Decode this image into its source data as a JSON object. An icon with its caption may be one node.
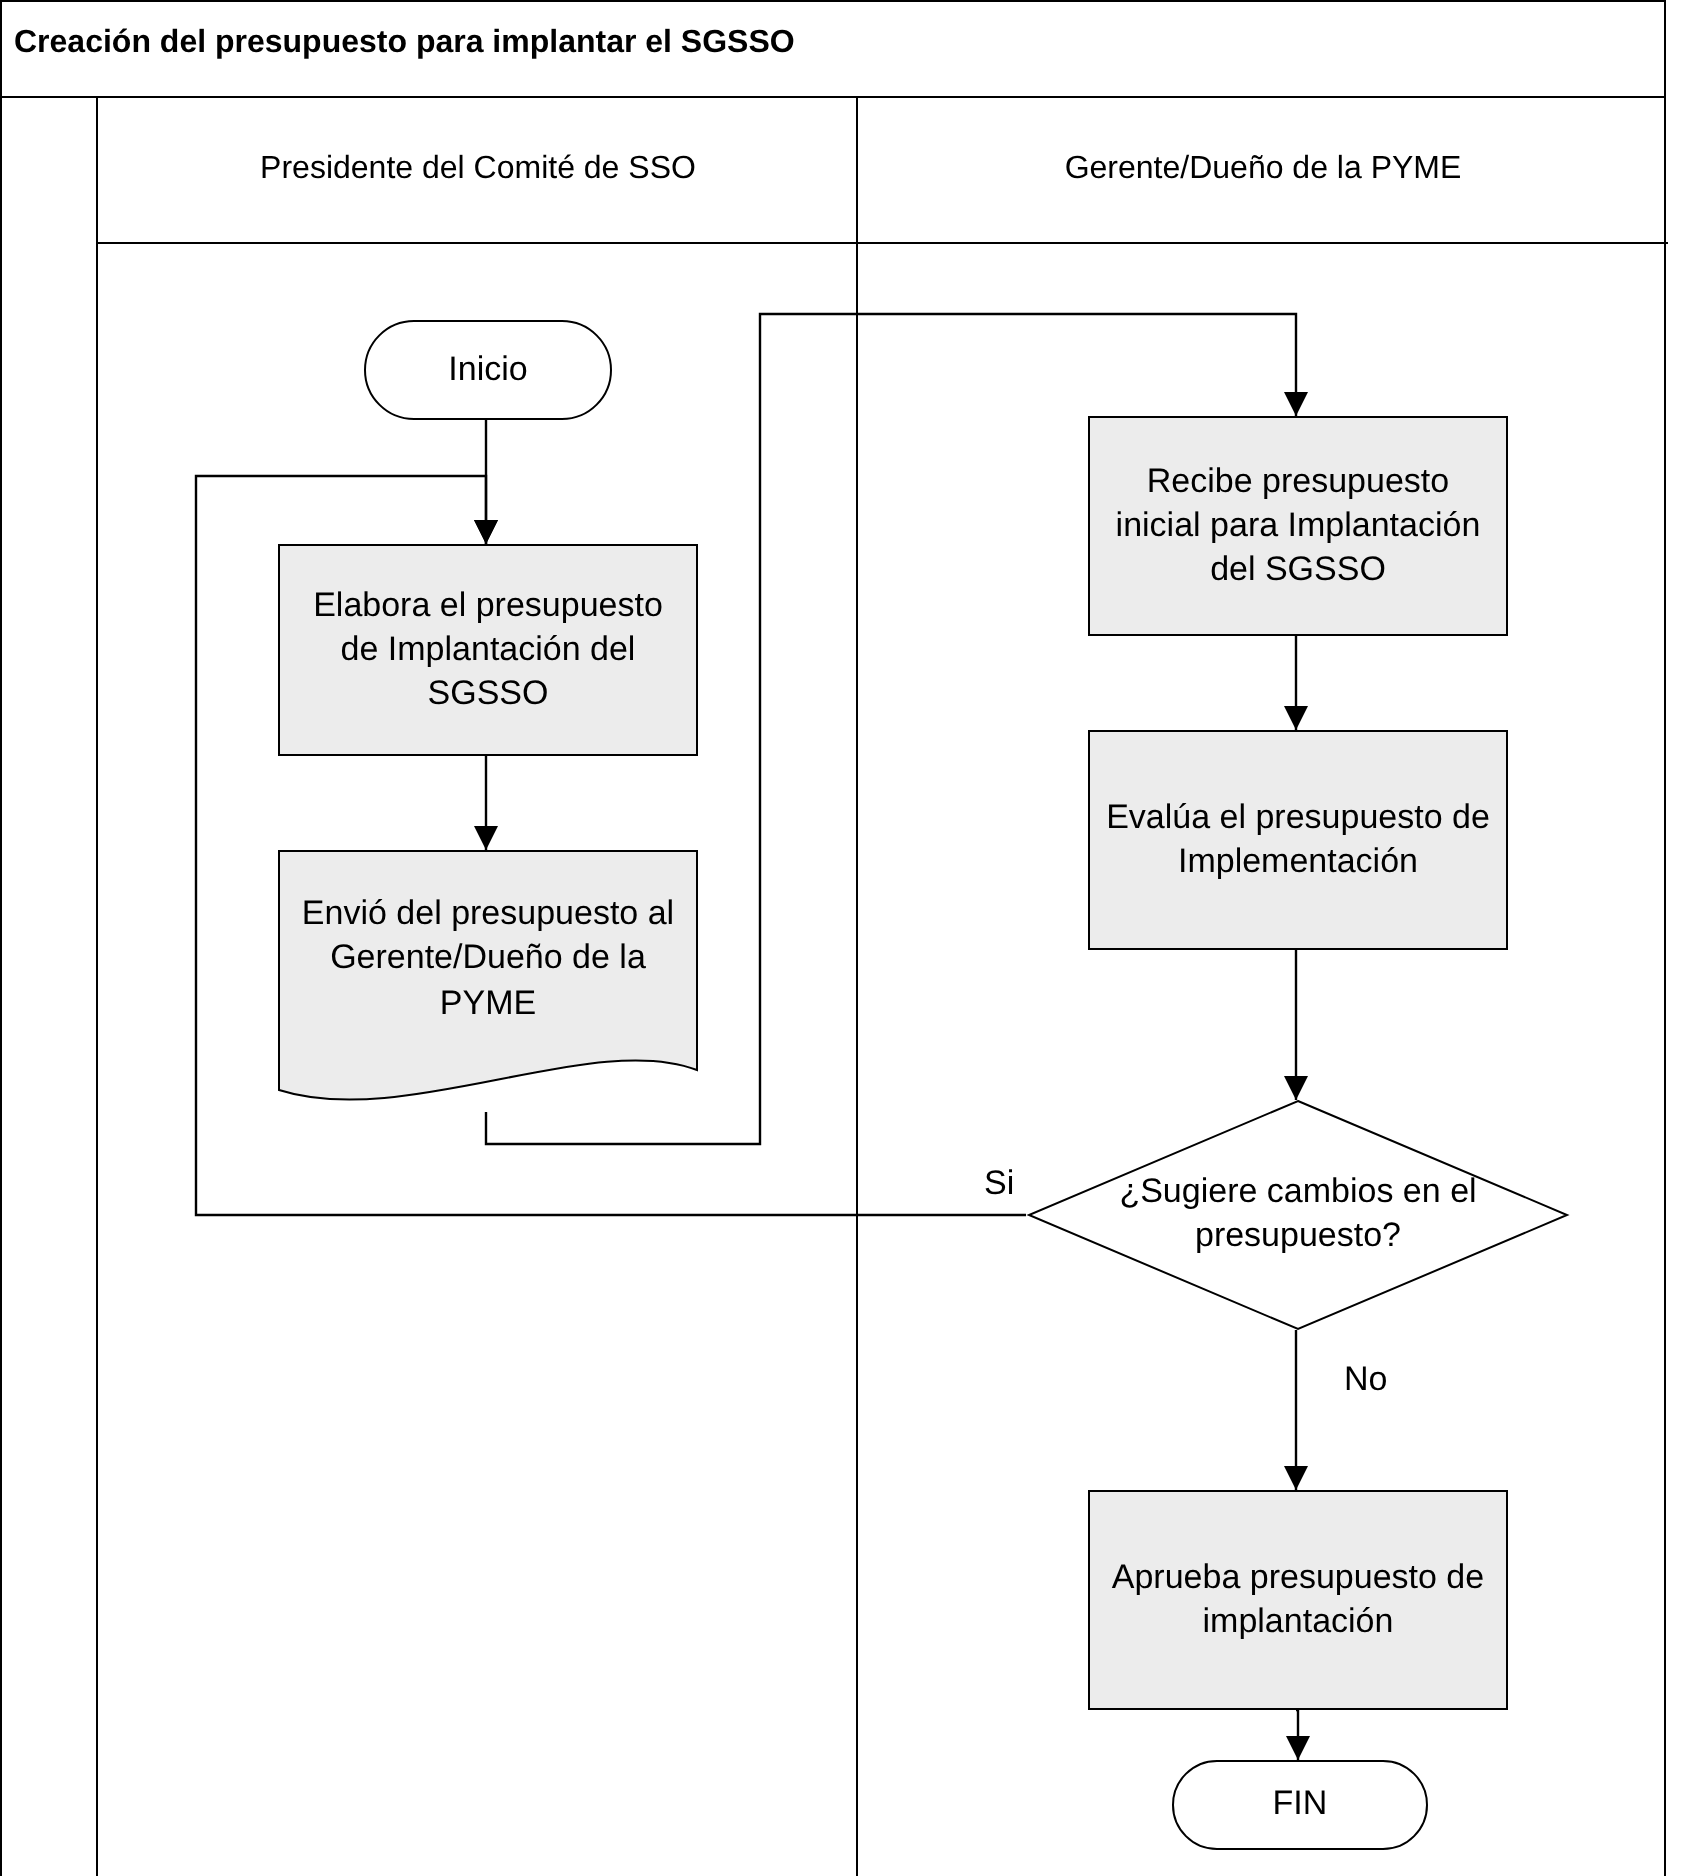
{
  "diagram": {
    "title": "Creación del presupuesto para implantar el SGSSO",
    "nodes": [
      {
        "text": [
          "Presidente del Comité de SSO"
        ]
      },
      {
        "text": [
          "Gerente/Dueño de la PYME"
        ]
      },
      {
        "text": [
          "Inicio"
        ],
        "in": 0
      },
      {
        "text": [
          "Elabora el presupuesto de Implantación del SGSSO"
        ],
        "in": 0
      },
      {
        "text": [
          "Envió del presupuesto al Gerente/Dueño de la PYME"
        ],
        "in": 0
      },
      {
        "text": [
          "Recibe presupuesto inicial para Implantación del SGSSO"
        ],
        "in": 1
      },
      {
        "text": [
          "Evalúa el presupuesto de Implementación"
        ],
        "in": 1
      },
      {
        "text": [
          "¿Sugiere cambios en el presupuesto?"
        ],
        "in": 1
      },
      {
        "text": [
          "Aprueba presupuesto de implantación"
        ],
        "in": 1
      },
      {
        "text": [
          "FIN"
        ],
        "in": 1
      }
    ],
    "edges": [
      {
        "from": 2,
        "to": 3,
        "arrow": "to"
      },
      {
        "from": 3,
        "to": 4,
        "arrow": "to"
      },
      {
        "from": 4,
        "to": 5,
        "arrow": "to"
      },
      {
        "from": 5,
        "to": 6,
        "arrow": "to"
      },
      {
        "from": 6,
        "to": 7,
        "arrow": "to"
      },
      {
        "from": 7,
        "to": 3,
        "arrow": "to",
        "label": "Si"
      },
      {
        "from": 7,
        "to": 8,
        "arrow": "to",
        "label": "No"
      },
      {
        "from": 8,
        "to": 9,
        "arrow": "to"
      }
    ]
  }
}
